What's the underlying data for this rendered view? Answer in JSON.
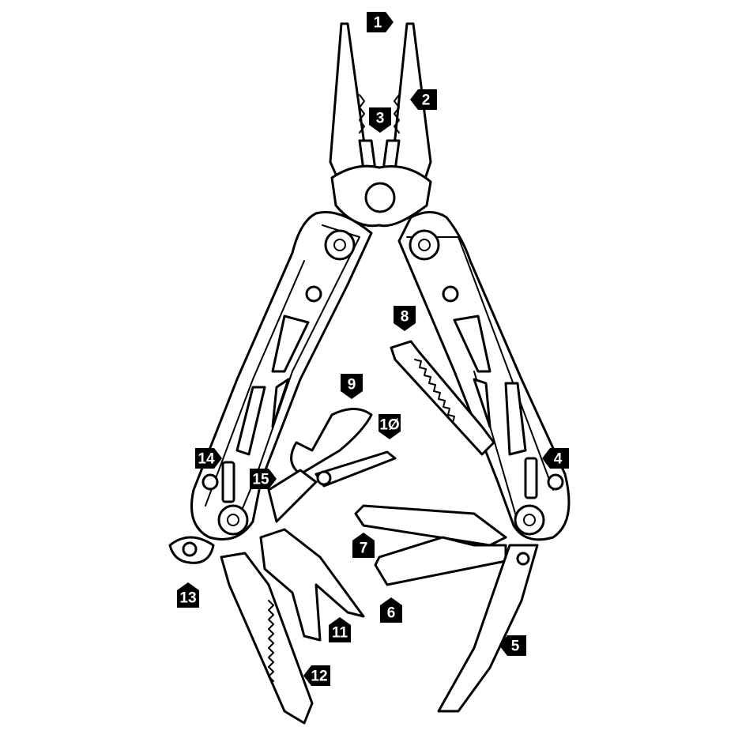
{
  "diagram": {
    "subject": "multitool",
    "callouts": [
      {
        "id": "1",
        "text": "1",
        "pointer": "right"
      },
      {
        "id": "2",
        "text": "2",
        "pointer": "left"
      },
      {
        "id": "3",
        "text": "3",
        "pointer": "down"
      },
      {
        "id": "4",
        "text": "4",
        "pointer": "left"
      },
      {
        "id": "5",
        "text": "5",
        "pointer": "left"
      },
      {
        "id": "6",
        "text": "6",
        "pointer": "up"
      },
      {
        "id": "7",
        "text": "7",
        "pointer": "up"
      },
      {
        "id": "8",
        "text": "8",
        "pointer": "down"
      },
      {
        "id": "9",
        "text": "9",
        "pointer": "down"
      },
      {
        "id": "10",
        "text": "1Ø",
        "pointer": "down"
      },
      {
        "id": "11",
        "text": "11",
        "pointer": "up"
      },
      {
        "id": "12",
        "text": "12",
        "pointer": "left"
      },
      {
        "id": "13",
        "text": "13",
        "pointer": "up"
      },
      {
        "id": "14",
        "text": "14",
        "pointer": "right"
      },
      {
        "id": "15",
        "text": "15",
        "pointer": "right"
      }
    ],
    "colors": {
      "line": "#000000",
      "label_bg": "#000000",
      "label_text": "#ffffff",
      "background": "#ffffff"
    }
  }
}
